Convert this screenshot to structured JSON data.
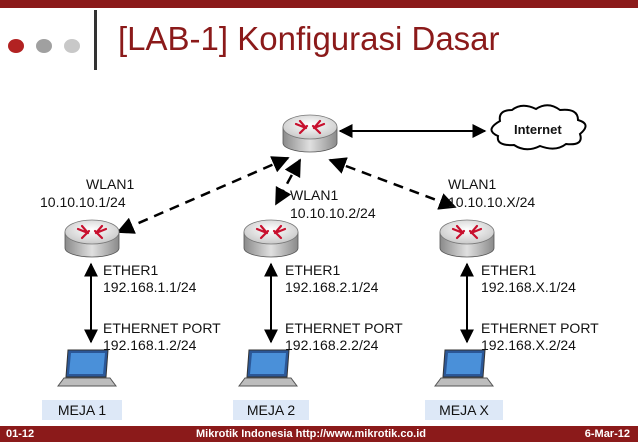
{
  "header": {
    "title": "[LAB-1] Konfigurasi Dasar",
    "bullet_colors": [
      "#b22222",
      "#a0a0a0",
      "#c8c8c8"
    ]
  },
  "internet": {
    "label": "Internet"
  },
  "routers": [
    {
      "wlan_name": "WLAN1",
      "wlan_ip": "10.10.10.1/24",
      "ether_name": "ETHER1",
      "ether_ip": "192.168.1.1/24",
      "port_name": "ETHERNET PORT",
      "port_ip": "192.168.1.2/24",
      "meja": "MEJA 1"
    },
    {
      "wlan_name": "WLAN1",
      "wlan_ip": "10.10.10.2/24",
      "ether_name": "ETHER1",
      "ether_ip": "192.168.2.1/24",
      "port_name": "ETHERNET PORT",
      "port_ip": "192.168.2.2/24",
      "meja": "MEJA 2"
    },
    {
      "wlan_name": "WLAN1",
      "wlan_ip": "10.10.10.X/24",
      "ether_name": "ETHER1",
      "ether_ip": "192.168.X.1/24",
      "port_name": "ETHERNET PORT",
      "port_ip": "192.168.X.2/24",
      "meja": "MEJA X"
    }
  ],
  "footer": {
    "left": "01-12",
    "center": "Mikrotik Indonesia http://www.mikrotik.co.id",
    "right": "6-Mar-12"
  },
  "colors": {
    "brand": "#8b1a1a",
    "label_bg": "#dde8f7"
  }
}
